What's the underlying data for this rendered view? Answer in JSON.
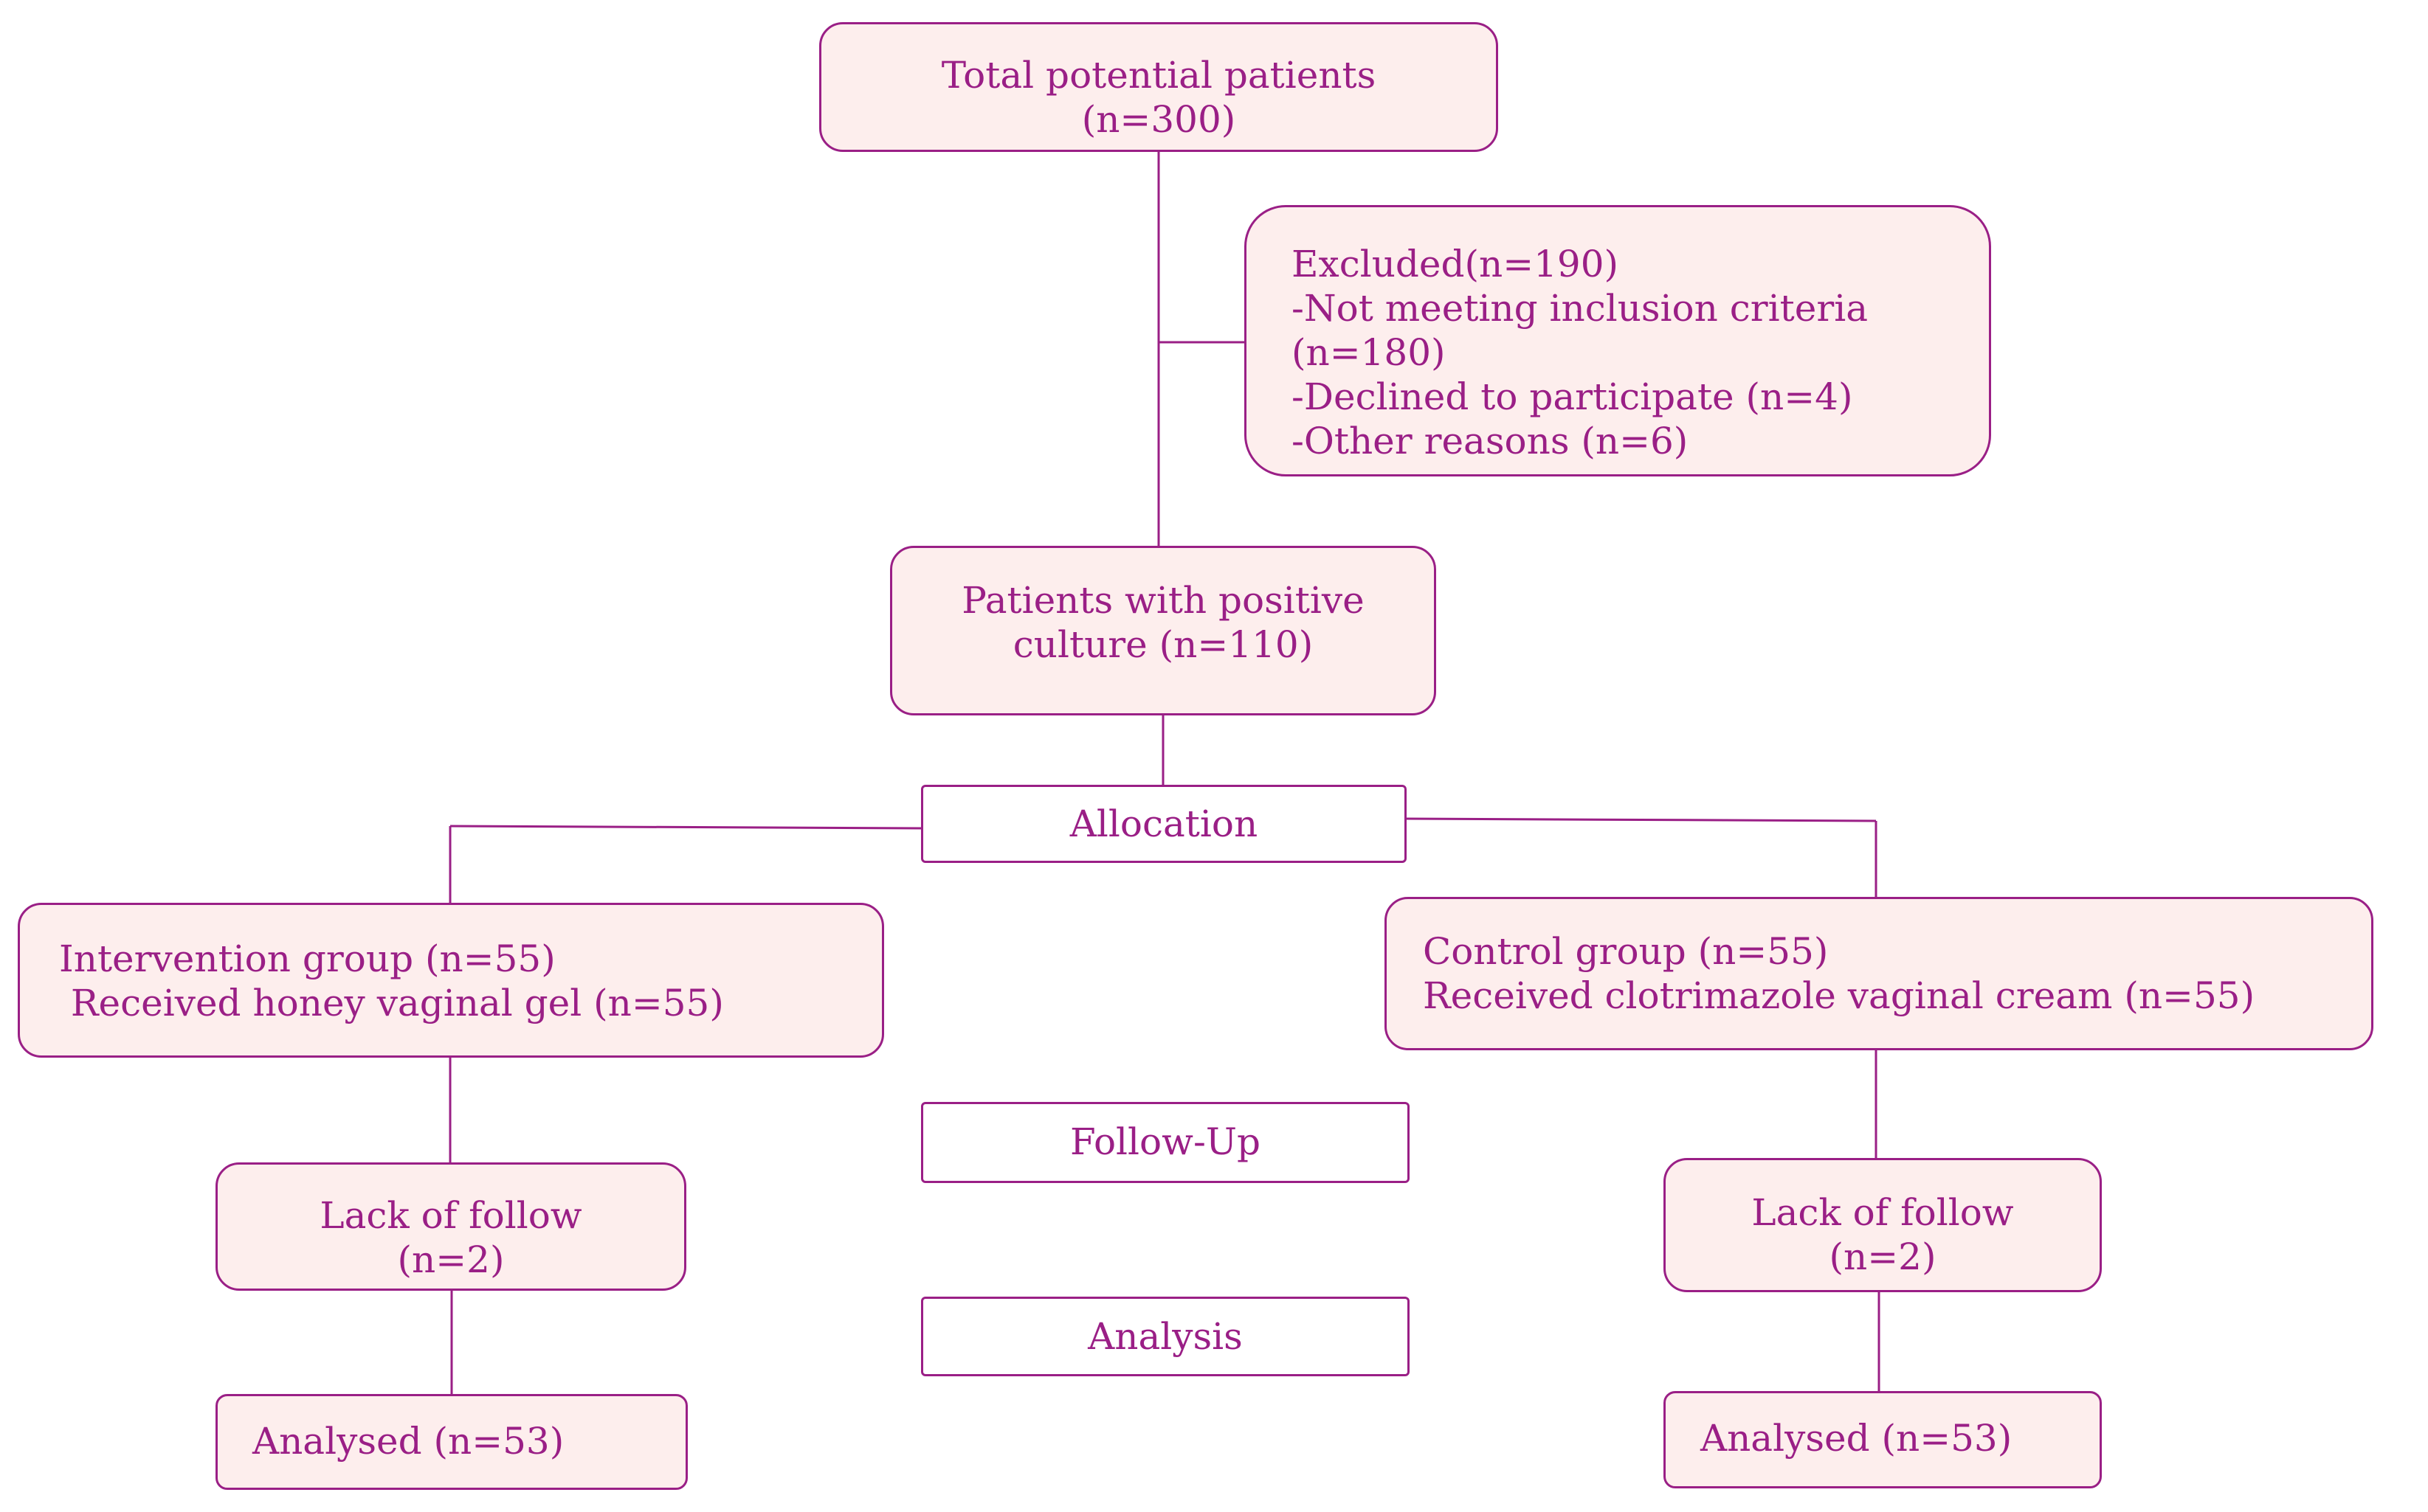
{
  "flowchart": {
    "total": {
      "line1": "Total potential patients",
      "line2": "(n=300)"
    },
    "excluded": {
      "line1": "Excluded(n=190)",
      "line2": "-Not meeting inclusion criteria",
      "line3": "(n=180)",
      "line4": "-Declined to participate (n=4)",
      "line5": "-Other reasons (n=6)"
    },
    "positive": {
      "line1": "Patients with positive",
      "line2": "culture (n=110)"
    },
    "stages": {
      "allocation": "Allocation",
      "follow_up": "Follow-Up",
      "analysis": "Analysis"
    },
    "intervention": {
      "line1": "Intervention group (n=55)",
      "line2": " Received honey vaginal gel (n=55)"
    },
    "control": {
      "line1": "Control group (n=55)",
      "line2": "Received clotrimazole vaginal cream (n=55)"
    },
    "lost_left": {
      "line1": "Lack of follow",
      "line2": "(n=2)"
    },
    "lost_right": {
      "line1": "Lack of follow",
      "line2": "(n=2)"
    },
    "analysed_left": "Analysed (n=53)",
    "analysed_right": "Analysed (n=53)"
  },
  "colors": {
    "stroke_text": "#9a1f86",
    "box_fill": "#fdeeed"
  }
}
